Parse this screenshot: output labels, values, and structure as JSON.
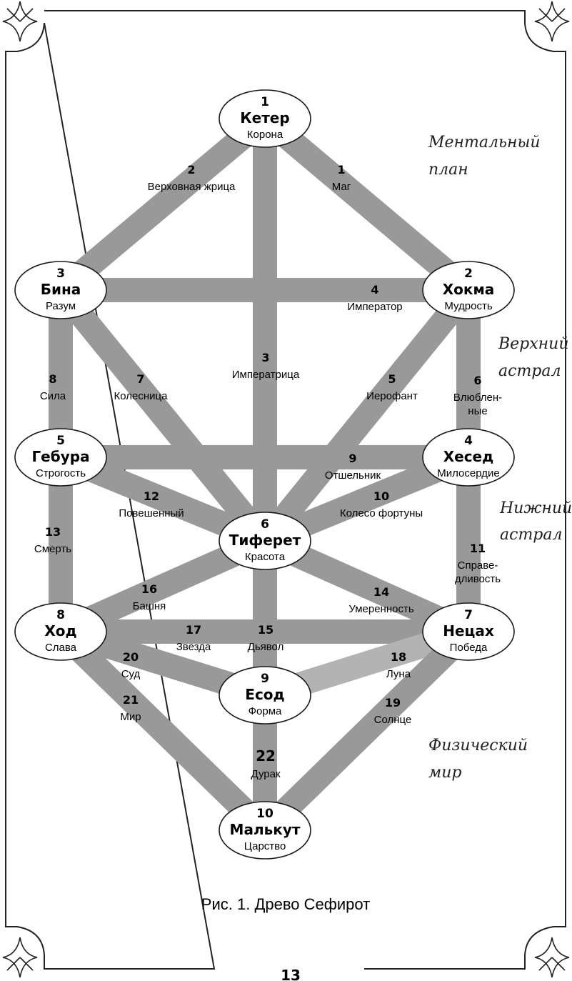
{
  "nodes": [
    {
      "id": "keter",
      "num": "1",
      "name": "Кетер",
      "sub": "Корона"
    },
    {
      "id": "hokma",
      "num": "2",
      "name": "Хокма",
      "sub": "Мудрость"
    },
    {
      "id": "bina",
      "num": "3",
      "name": "Бина",
      "sub": "Разум"
    },
    {
      "id": "hesed",
      "num": "4",
      "name": "Хесед",
      "sub": "Милосердие"
    },
    {
      "id": "gebura",
      "num": "5",
      "name": "Гебура",
      "sub": "Строгость"
    },
    {
      "id": "tiferet",
      "num": "6",
      "name": "Тиферет",
      "sub": "Красота"
    },
    {
      "id": "netsah",
      "num": "7",
      "name": "Нецах",
      "sub": "Победа"
    },
    {
      "id": "hod",
      "num": "8",
      "name": "Ход",
      "sub": "Слава"
    },
    {
      "id": "esod",
      "num": "9",
      "name": "Есод",
      "sub": "Форма"
    },
    {
      "id": "malkut",
      "num": "10",
      "name": "Малькут",
      "sub": "Царство"
    }
  ],
  "paths": [
    {
      "num": "1",
      "label1": "Маг",
      "label2": ""
    },
    {
      "num": "2",
      "label1": "Верховная жрица",
      "label2": ""
    },
    {
      "num": "3",
      "label1": "Императрица",
      "label2": ""
    },
    {
      "num": "4",
      "label1": "Император",
      "label2": ""
    },
    {
      "num": "5",
      "label1": "Иерофант",
      "label2": ""
    },
    {
      "num": "6",
      "label1": "Влюблен-",
      "label2": "ные"
    },
    {
      "num": "7",
      "label1": "Колесница",
      "label2": ""
    },
    {
      "num": "8",
      "label1": "Сила",
      "label2": ""
    },
    {
      "num": "9",
      "label1": "Отшельник",
      "label2": ""
    },
    {
      "num": "10",
      "label1": "Колесо фортуны",
      "label2": ""
    },
    {
      "num": "11",
      "label1": "Справе-",
      "label2": "дливость"
    },
    {
      "num": "12",
      "label1": "Повешенный",
      "label2": ""
    },
    {
      "num": "13",
      "label1": "Смерть",
      "label2": ""
    },
    {
      "num": "14",
      "label1": "Умеренность",
      "label2": ""
    },
    {
      "num": "15",
      "label1": "Дьявол",
      "label2": ""
    },
    {
      "num": "16",
      "label1": "Башня",
      "label2": ""
    },
    {
      "num": "17",
      "label1": "Звезда",
      "label2": ""
    },
    {
      "num": "18",
      "label1": "Луна",
      "label2": ""
    },
    {
      "num": "19",
      "label1": "Солнце",
      "label2": ""
    },
    {
      "num": "20",
      "label1": "Суд",
      "label2": ""
    },
    {
      "num": "21",
      "label1": "Мир",
      "label2": ""
    },
    {
      "num": "22",
      "label1": "Дурак",
      "label2": ""
    }
  ],
  "planes": {
    "mental": [
      "Ментальный",
      "план"
    ],
    "upper_astral": [
      "Верхний",
      "астрал"
    ],
    "lower_astral": [
      "Нижний",
      "астрал"
    ],
    "physical": [
      "Физический",
      "мир"
    ]
  },
  "caption": "Рис. 1. Древо Сефирот",
  "page_number": "13",
  "colors": {
    "path": "#999999",
    "path_light": "#b3b3b3",
    "node_fill": "#ffffff",
    "stroke": "#1a1a1a"
  }
}
